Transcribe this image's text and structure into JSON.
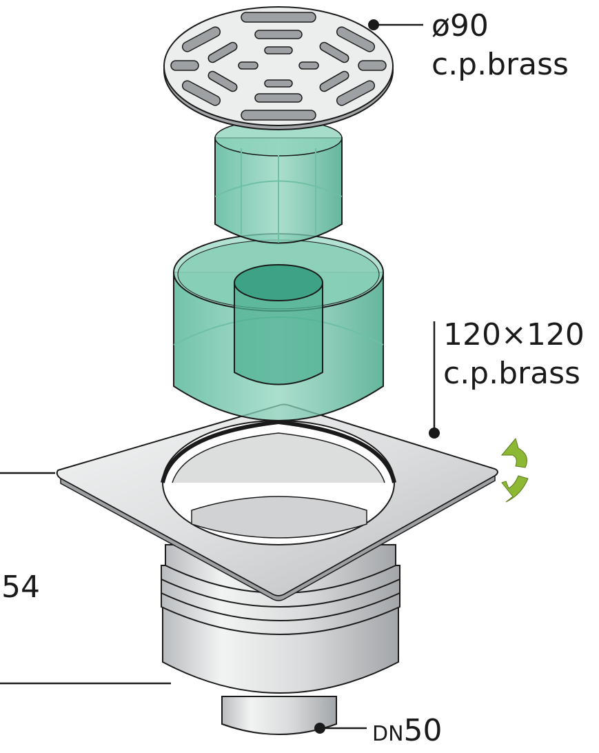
{
  "labels": {
    "grate_diameter": "ø90",
    "grate_material": "c.p.brass",
    "frame_size": "120×120",
    "frame_material": "c.p.brass",
    "height": "54",
    "outlet_prefix": "DN",
    "outlet_size": "50"
  },
  "colors": {
    "metal_light": "#eceded",
    "metal_mid": "#c9cbcd",
    "metal_dark": "#9ea1a4",
    "plastic_green": "#5cbfa0",
    "arrow_green": "#8cb833",
    "line": "#1a1a1a"
  },
  "icons": {
    "rotate": "rotate-arrows-icon"
  }
}
